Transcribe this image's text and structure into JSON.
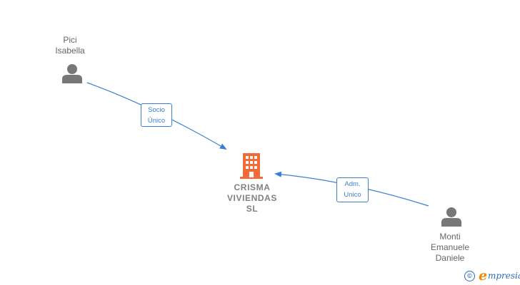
{
  "nodes": {
    "person_pici": {
      "lines": [
        "Pici",
        "Isabella"
      ]
    },
    "company": {
      "lines": [
        "CRISMA",
        "VIVIENDAS",
        "SL"
      ]
    },
    "person_monti": {
      "lines": [
        "Monti",
        "Emanuele",
        "Daniele"
      ]
    }
  },
  "edges": {
    "socio": {
      "lines": [
        "Socio",
        "Único"
      ]
    },
    "adm": {
      "lines": [
        "Adm.",
        "Unico"
      ]
    }
  },
  "footer": {
    "copyright_symbol": "©",
    "brand_initial": "e",
    "brand_rest": "mpresia"
  },
  "icons": {
    "person": "person-icon",
    "company": "building-icon"
  },
  "colors": {
    "edge": "#3a7fd2",
    "company_icon": "#f26a35",
    "person_icon": "#777777",
    "brand_orange": "#f08a00",
    "brand_blue": "#2d6db5"
  }
}
